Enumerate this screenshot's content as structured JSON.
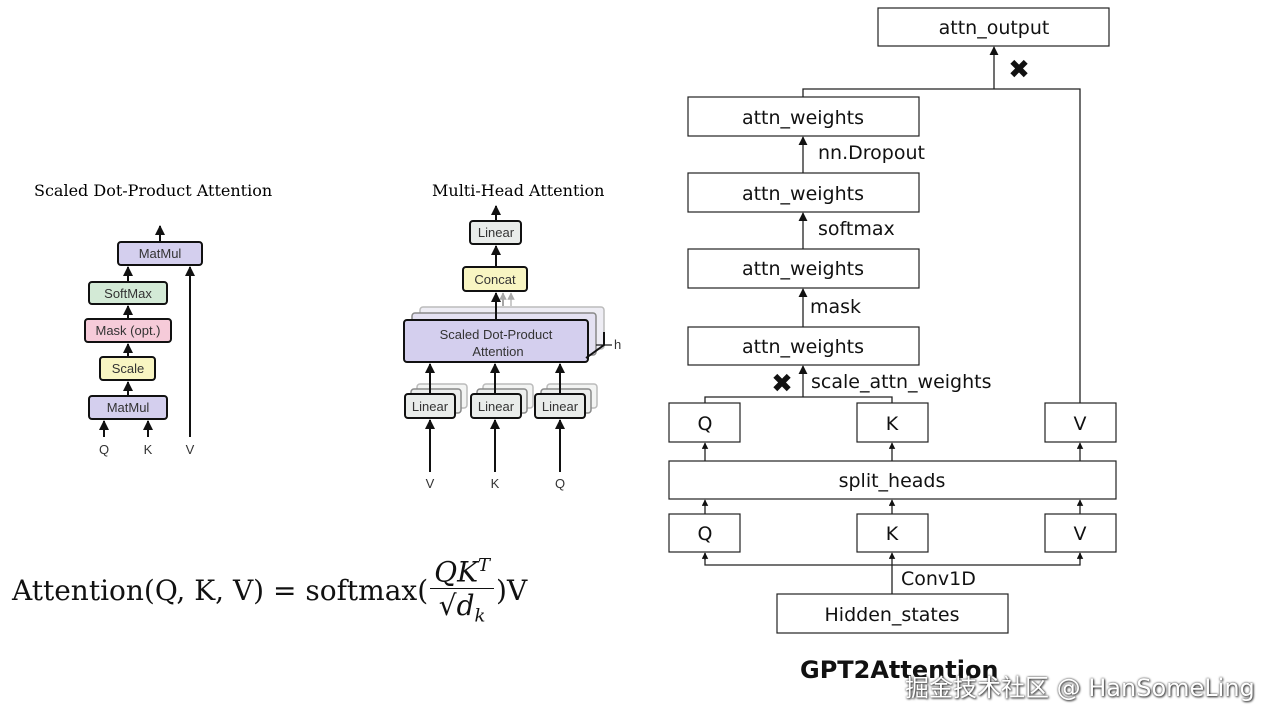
{
  "left_diagram": {
    "title": "Scaled Dot-Product Attention",
    "blocks": [
      "MatMul",
      "SoftMax",
      "Mask (opt.)",
      "Scale",
      "MatMul"
    ],
    "inputs": [
      "Q",
      "K",
      "V"
    ],
    "colors": {
      "matmul": "#d4cfee",
      "softmax": "#d3ead6",
      "mask": "#f6cbd9",
      "scale": "#f8f5c2"
    }
  },
  "middle_diagram": {
    "title": "Multi-Head Attention",
    "linear_top": "Linear",
    "concat": "Concat",
    "sdpa": [
      "Scaled Dot-Product",
      "Attention"
    ],
    "h_label": "h",
    "linears": [
      "Linear",
      "Linear",
      "Linear"
    ],
    "inputs": [
      "V",
      "K",
      "Q"
    ],
    "colors": {
      "linear": "#e9ecea",
      "concat": "#f8f5c2",
      "sdpa": "#d4cfee"
    }
  },
  "formula": {
    "lhs": "Attention(Q, K, V) = softmax(",
    "numerator": "QK",
    "numerator_sup": "T",
    "denominator": "√d",
    "denominator_sub": "k",
    "rhs": ")V"
  },
  "gpt2_diagram": {
    "title": "GPT2Attention",
    "attn_output": "attn_output",
    "attn_weights": [
      "attn_weights",
      "attn_weights",
      "attn_weights",
      "attn_weights"
    ],
    "ops": [
      "nn.Dropout",
      "softmax",
      "mask",
      "scale_attn_weights"
    ],
    "qkv_top": [
      "Q",
      "K",
      "V"
    ],
    "split_heads": "split_heads",
    "qkv_bottom": [
      "Q",
      "K",
      "V"
    ],
    "conv": "Conv1D",
    "hidden_states": "Hidden_states",
    "multiply_icon": "heavy-multiplication-x-icon"
  },
  "watermark": "掘金技术社区 @ HanSomeLing"
}
